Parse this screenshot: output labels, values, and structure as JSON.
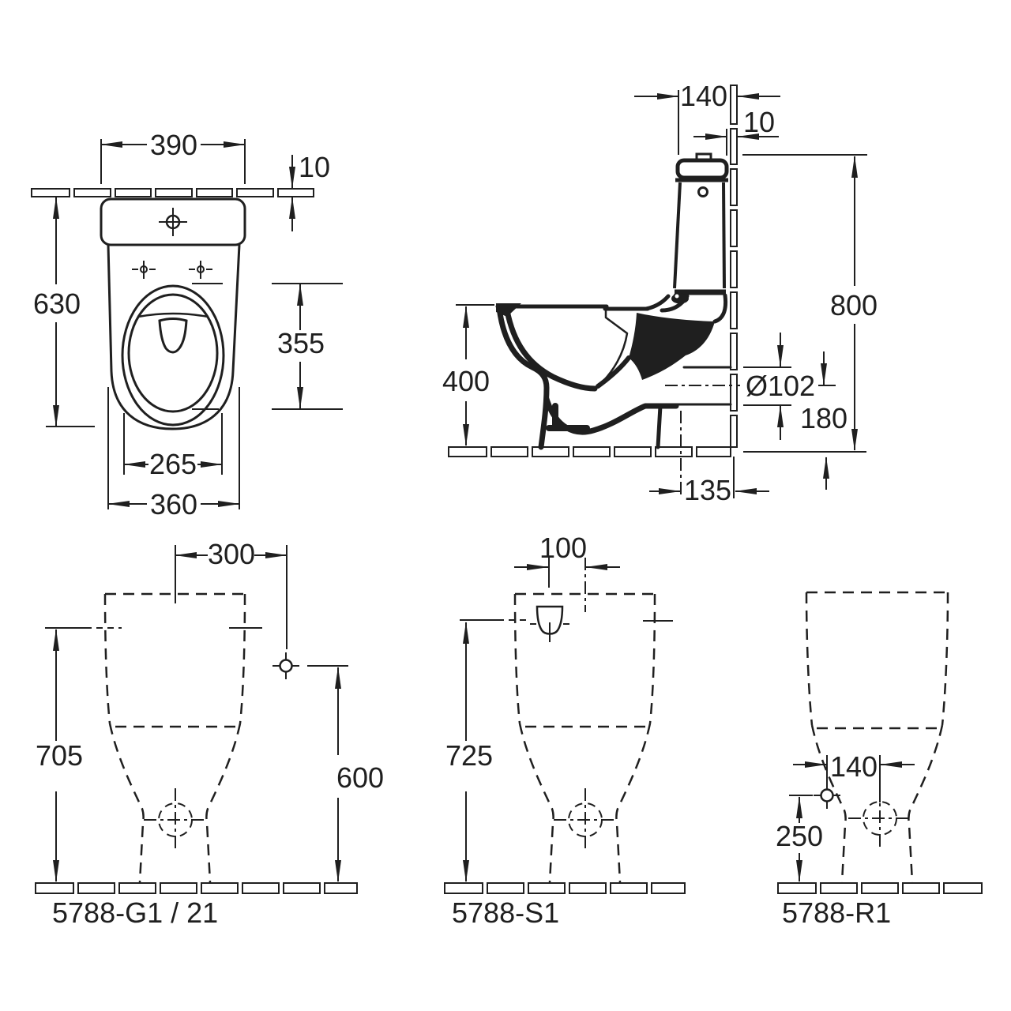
{
  "views": {
    "top": {
      "dims": {
        "cistern_width": "390",
        "tile_thickness": "10",
        "total_depth": "630",
        "bowl_opening_length": "355",
        "bowl_opening_width": "265",
        "bowl_width": "360"
      }
    },
    "side": {
      "dims": {
        "cistern_front_to_wall": "140",
        "cistern_wall_gap": "10",
        "total_height": "800",
        "bowl_height": "400",
        "outlet_diameter": "Ø102",
        "outlet_center_height": "180",
        "outlet_center_to_wall": "135"
      }
    },
    "rear_g1": {
      "model": "5788-G1 / 21",
      "dims": {
        "supply_side_offset": "300",
        "cistern_lid_height": "705",
        "supply_height": "600"
      }
    },
    "rear_s1": {
      "model": "5788-S1",
      "dims": {
        "inlet_offset": "100",
        "inlet_height": "725"
      }
    },
    "rear_r1": {
      "model": "5788-R1",
      "dims": {
        "supply_offset": "140",
        "supply_height": "250"
      }
    }
  }
}
